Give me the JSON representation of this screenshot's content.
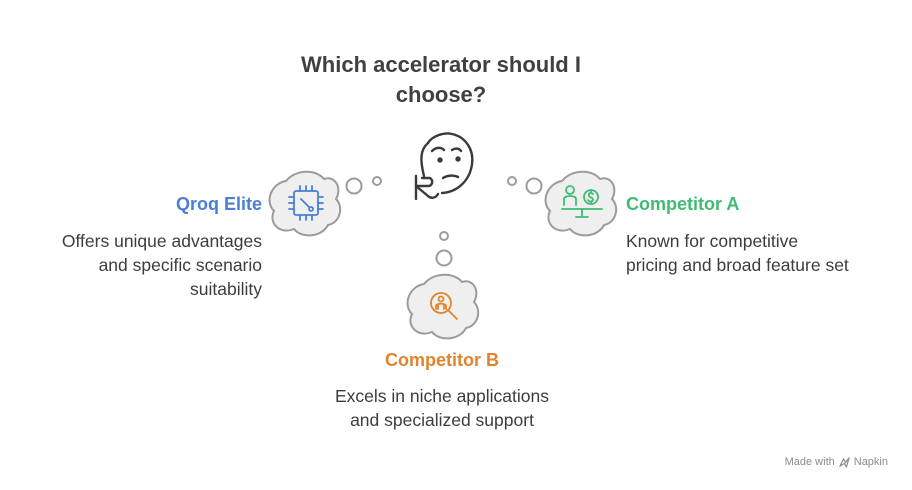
{
  "title_line1": "Which accelerator should I",
  "title_line2": "choose?",
  "options": [
    {
      "label": "Qroq Elite",
      "desc_line1": "Offers unique advantages",
      "desc_line2": "and specific scenario",
      "desc_line3": "suitability",
      "color": "#4a7fd6",
      "icon": "chip-icon"
    },
    {
      "label": "Competitor A",
      "desc_line1": "Known for competitive",
      "desc_line2": "pricing and broad feature set",
      "color": "#3fbc74",
      "icon": "person-price-scale-icon"
    },
    {
      "label": "Competitor B",
      "desc_line1": "Excels in niche applications",
      "desc_line2": "and specialized support",
      "color": "#e0842d",
      "icon": "magnifier-search-icon"
    }
  ],
  "watermark": {
    "made_with": "Made with",
    "brand": "Napkin"
  }
}
